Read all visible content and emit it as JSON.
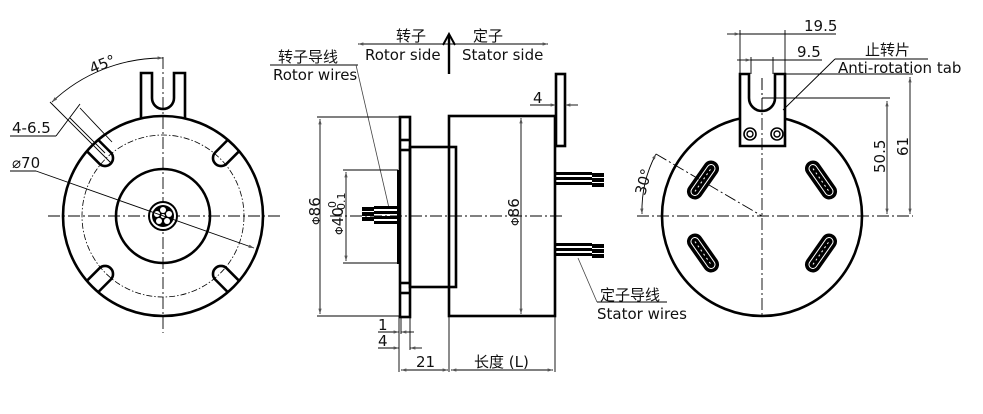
{
  "drawing": {
    "title": "Slip ring dimension drawing",
    "front_view": {
      "angle_label": "45°",
      "holes_label": "4-6.5",
      "pcd_label": "⌀70"
    },
    "side_view": {
      "rotor_side_cn": "转子",
      "rotor_side_en": "Rotor side",
      "stator_side_cn": "定子",
      "stator_side_en": "Stator  side",
      "rotor_wires_cn": "转子导线",
      "rotor_wires_en": "Rotor wires",
      "stator_wires_cn": "定子导线",
      "stator_wires_en": "Stator wires",
      "dia_flange_label": "86",
      "dia_spigot_label": "40",
      "spigot_tol_upper": "0",
      "spigot_tol_lower": "-0.1",
      "dia_body_label": "86",
      "tab_thickness_label": "4",
      "dim_1_label": "1",
      "dim_4_label": "4",
      "dim_21_label": "21",
      "length_label": "长度 (L)",
      "phi_symbol": "Φ"
    },
    "rear_view": {
      "width_tab_label": "19.5",
      "slot_width_label": "9.5",
      "anti_rotation_cn": "止转片",
      "anti_rotation_en": "Anti-rotation tab",
      "height_slot_label": "50.5",
      "height_tab_label": "61",
      "angle_label": "30°"
    }
  }
}
